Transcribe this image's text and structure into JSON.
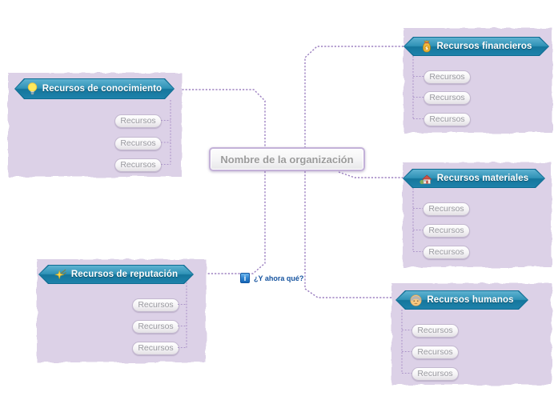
{
  "center_topic": {
    "label": "Nombre de la organización"
  },
  "floating_note": {
    "label": "¿Y ahora qué?",
    "icon": "info-icon"
  },
  "subtopic_default_label": "Recursos",
  "branches": [
    {
      "label": "Recursos de conocimiento",
      "icon": "lightbulb-icon",
      "side": "left",
      "children": [
        "Recursos",
        "Recursos",
        "Recursos"
      ]
    },
    {
      "label": "Recursos financieros",
      "icon": "money-bag-icon",
      "side": "right",
      "children": [
        "Recursos",
        "Recursos",
        "Recursos"
      ]
    },
    {
      "label": "Recursos materiales",
      "icon": "house-icon",
      "side": "right",
      "children": [
        "Recursos",
        "Recursos",
        "Recursos"
      ]
    },
    {
      "label": "Recursos humanos",
      "icon": "person-icon",
      "side": "right",
      "children": [
        "Recursos",
        "Recursos",
        "Recursos"
      ]
    },
    {
      "label": "Recursos de reputación",
      "icon": "shooting-star-icon",
      "side": "left",
      "children": [
        "Recursos",
        "Recursos",
        "Recursos"
      ]
    }
  ],
  "colors": {
    "background": "#ffffff",
    "branch_container": "#dcd1e7",
    "node_gradient_top": "#5fb2d1",
    "node_gradient_bottom": "#1e82ab",
    "node_text": "#ffffff",
    "connector": "#9d81c1",
    "center_border": "#c3b1d8",
    "center_text": "#9b9b9b",
    "pill_border": "#c3b8cf",
    "pill_text": "#9a9aa0",
    "note_text": "#15539f",
    "note_icon_blue": "#1665b5"
  }
}
